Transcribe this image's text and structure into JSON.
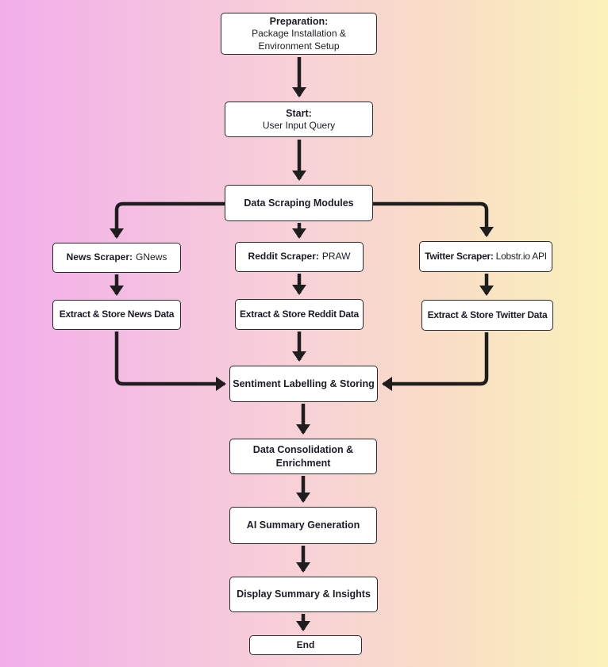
{
  "nodes": {
    "preparation": {
      "title": "Preparation:",
      "detail": "Package Installation & Environment Setup"
    },
    "start": {
      "title": "Start:",
      "detail": "User Input Query"
    },
    "scraping_modules": {
      "title": "Data Scraping Modules"
    },
    "news_scraper": {
      "title": "News Scraper:",
      "detail": "GNews"
    },
    "reddit_scraper": {
      "title": "Reddit Scraper:",
      "detail": "PRAW"
    },
    "twitter_scraper": {
      "title": "Twitter Scraper:",
      "detail": "Lobstr.io API"
    },
    "extract_news": {
      "title": "Extract & Store News Data"
    },
    "extract_reddit": {
      "title": "Extract & Store Reddit Data"
    },
    "extract_twitter": {
      "title": "Extract & Store Twitter Data"
    },
    "sentiment": {
      "title": "Sentiment Labelling & Storing"
    },
    "consolidation": {
      "title": "Data Consolidation & Enrichment"
    },
    "ai_summary": {
      "title": "AI Summary Generation"
    },
    "display_summary": {
      "title": "Display Summary & Insights"
    },
    "end": {
      "title": "End"
    }
  },
  "colors": {
    "bg_left": "#f2aeeb",
    "bg_mid": "#f8d2d7",
    "bg_peach": "#f9ddc6",
    "bg_right": "#fbf2ba",
    "node_bg": "#ffffff",
    "node_border": "#2b2b2b",
    "arrow": "#1e1e1e",
    "text": "#1c1c28"
  }
}
